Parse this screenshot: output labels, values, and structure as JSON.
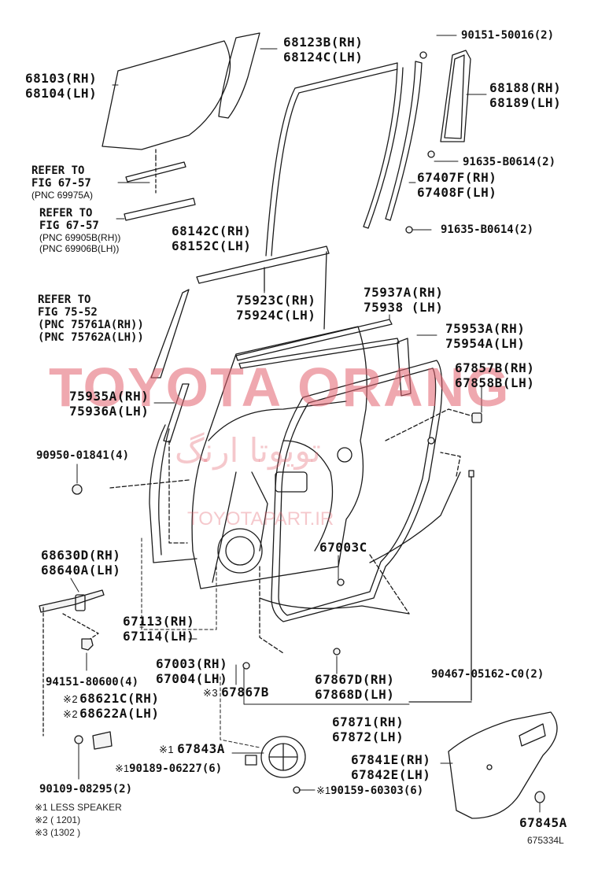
{
  "labels": {
    "l68123": [
      "68123B(RH)",
      "68124C(LH)"
    ],
    "l90151": "90151-50016(2)",
    "l68103": [
      "68103(RH)",
      "68104(LH)"
    ],
    "l68188": [
      "68188(RH)",
      "68189(LH)"
    ],
    "l91635a": "91635-B0614(2)",
    "l67407": [
      "67407F(RH)",
      "67408F(LH)"
    ],
    "l91635b": "91635-B0614(2)",
    "ref1": [
      "REFER TO",
      "FIG 67-57",
      "(PNC 69975A)"
    ],
    "ref2": [
      "REFER TO",
      "FIG 67-57",
      "(PNC 69905B(RH))",
      "(PNC 69906B(LH))"
    ],
    "l68142": [
      "68142C(RH)",
      "68152C(LH)"
    ],
    "ref3": [
      "REFER TO",
      "FIG 75-52",
      "(PNC 75761A(RH))",
      "(PNC 75762A(LH))"
    ],
    "l75923": [
      "75923C(RH)",
      "75924C(LH)"
    ],
    "l75937": [
      "75937A(RH)",
      "75938 (LH)"
    ],
    "l75953": [
      "75953A(RH)",
      "75954A(LH)"
    ],
    "l67857": [
      "67857B(RH)",
      "67858B(LH)"
    ],
    "l75935": [
      "75935A(RH)",
      "75936A(LH)"
    ],
    "l90950": "90950-01841(4)",
    "l68630": [
      "68630D(RH)",
      "68640A(LH)"
    ],
    "l67003c": "67003C",
    "l67113": [
      "67113(RH)",
      "67114(LH)"
    ],
    "l67003": [
      "67003(RH)",
      "67004(LH)"
    ],
    "l67867b": "67867B",
    "l67867d": [
      "67867D(RH)",
      "67868D(LH)"
    ],
    "l90467": "90467-05162-C0(2)",
    "l94151": "94151-80600(4)",
    "l68621": [
      "68621C(RH)",
      "68622A(LH)"
    ],
    "l67871": [
      "67871(RH)",
      "67872(LH)"
    ],
    "l67843": "67843A",
    "l90189": "90189-06227(6)",
    "l67841": [
      "67841E(RH)",
      "67842E(LH)"
    ],
    "l90159": "90159-60303(6)",
    "l90109": "90109-08295(2)",
    "l67845": "67845A",
    "mark1": "※1",
    "mark2": "※2",
    "mark3": "※3",
    "notes": [
      "※1 LESS SPEAKER",
      "※2 (       1201)",
      "※3 (1302        )"
    ],
    "code": "675334L"
  },
  "watermark": {
    "main": "TOYOTA ORANG",
    "arabic": "تویوتا ارنگ",
    "url": "TOYOTAPART.IR"
  },
  "colors": {
    "line": "#1a1a1a",
    "watermark": "#e2606e",
    "part_fill": "#f4f4f4"
  }
}
